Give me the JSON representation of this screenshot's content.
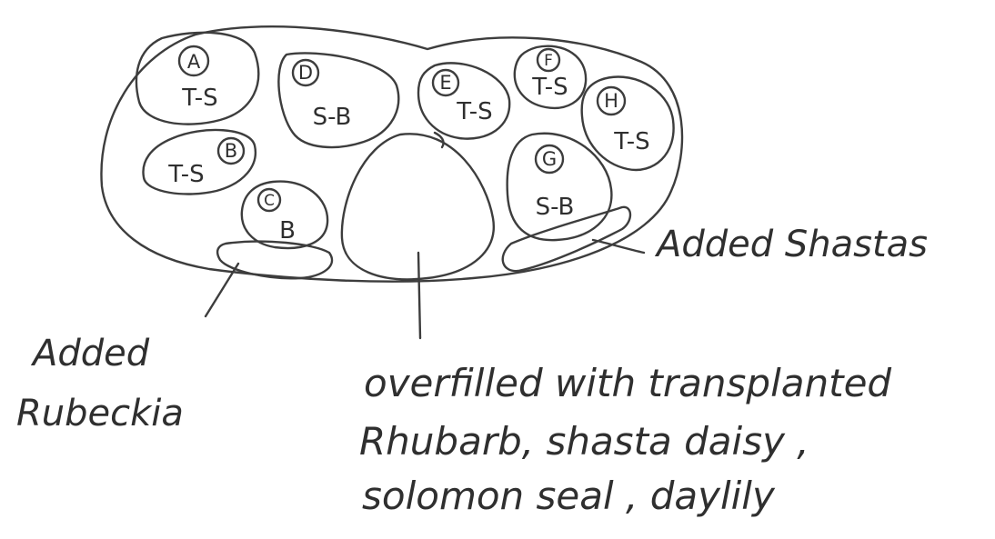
{
  "plots": [
    {
      "id": "plot-a",
      "letter": "A",
      "code": "T-S"
    },
    {
      "id": "plot-b",
      "letter": "B",
      "code": "T-S"
    },
    {
      "id": "plot-c",
      "letter": "C",
      "code": "B"
    },
    {
      "id": "plot-d",
      "letter": "D",
      "code": "S-B"
    },
    {
      "id": "plot-e",
      "letter": "E",
      "code": "T-S"
    },
    {
      "id": "plot-f",
      "letter": "F",
      "code": "T-S"
    },
    {
      "id": "plot-g",
      "letter": "G",
      "code": "S-B"
    },
    {
      "id": "plot-h",
      "letter": "H",
      "code": "T-S"
    }
  ],
  "labels": {
    "added_shastas": "Added Shastas",
    "added_rubeckia_line1": "Added",
    "added_rubeckia_line2": "Rubeckia",
    "overfilled_line1": "overfilled with transplanted",
    "overfilled_line2": "Rhubarb, shasta daisy ,",
    "overfilled_line3": "solomon seal , daylily"
  },
  "colors": {
    "ink": "#3d3d3d",
    "paper": "#ffffff"
  }
}
